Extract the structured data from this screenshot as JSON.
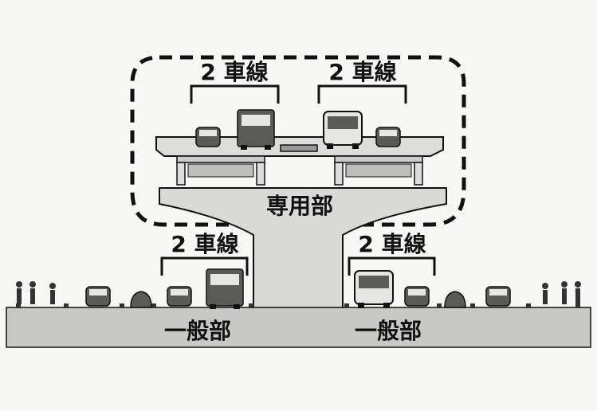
{
  "labels": {
    "upper_left_lanes": "2 車線",
    "upper_right_lanes": "2 車線",
    "dedicated_section": "専用部",
    "lower_left_lanes": "2 車線",
    "lower_right_lanes": "2 車線",
    "general_left": "一般部",
    "general_right": "一般部"
  },
  "colors": {
    "background": "#f7f7f5",
    "ground": "#c8c8c6",
    "concrete": "#d9d9d7",
    "outline": "#111111",
    "vehicle_dark": "#5a5a58",
    "vehicle_light": "#e6e6e4"
  },
  "icons": [
    "car-icon",
    "truck-icon",
    "bus-icon",
    "pedestrian-icon",
    "shrub-icon"
  ]
}
